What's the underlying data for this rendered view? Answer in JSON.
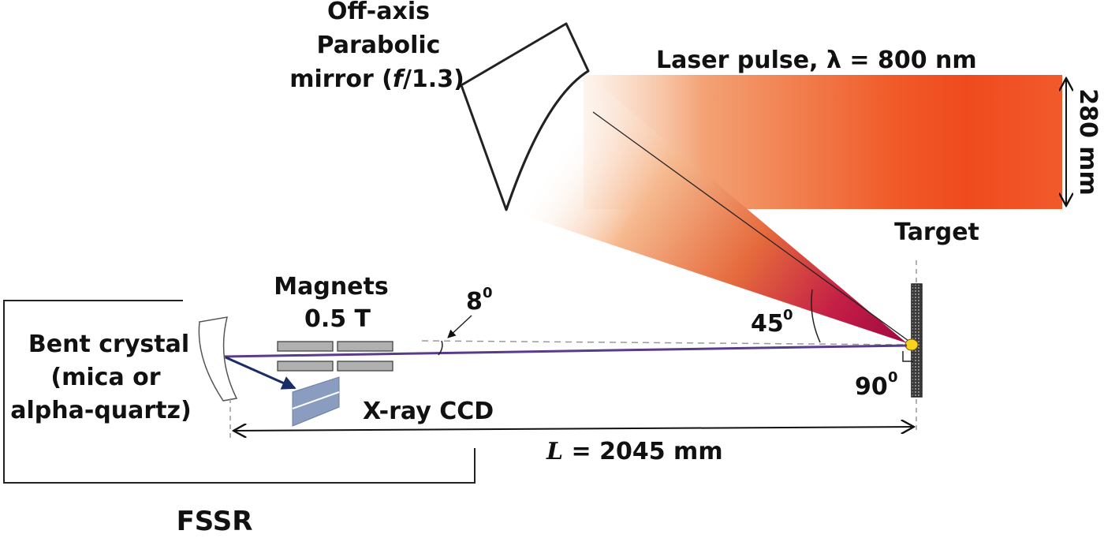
{
  "labels": {
    "mirror_line1": "Off-axis",
    "mirror_line2": "Parabolic",
    "mirror_line3_a": "mirror (",
    "mirror_line3_f": "f",
    "mirror_line3_b": "/1.3)",
    "laser": "Laser pulse, λ = 800 nm",
    "beam_size": "280 mm",
    "target": "Target",
    "magnets_line1": "Magnets",
    "magnets_line2": "0.5 T",
    "angle_8": "8",
    "angle_45": "45",
    "angle_90": "90",
    "degree_mark": "0",
    "crystal_line1": "Bent crystal",
    "crystal_line2": "(mica  or",
    "crystal_line3": "alpha-quartz)",
    "ccd": "X-ray CCD",
    "distance_symbol": "L",
    "distance_value": " = 2045 mm",
    "instrument": "FSSR"
  },
  "colors": {
    "laser_bright": "#f04a1e",
    "laser_mid": "#f5a77d",
    "focus": "#b5104a",
    "xray_line": "#5a3a8a",
    "ccd": "#8a9cbf",
    "magnet": "#b0b0b0",
    "arrow_blue": "#1a2e66"
  }
}
